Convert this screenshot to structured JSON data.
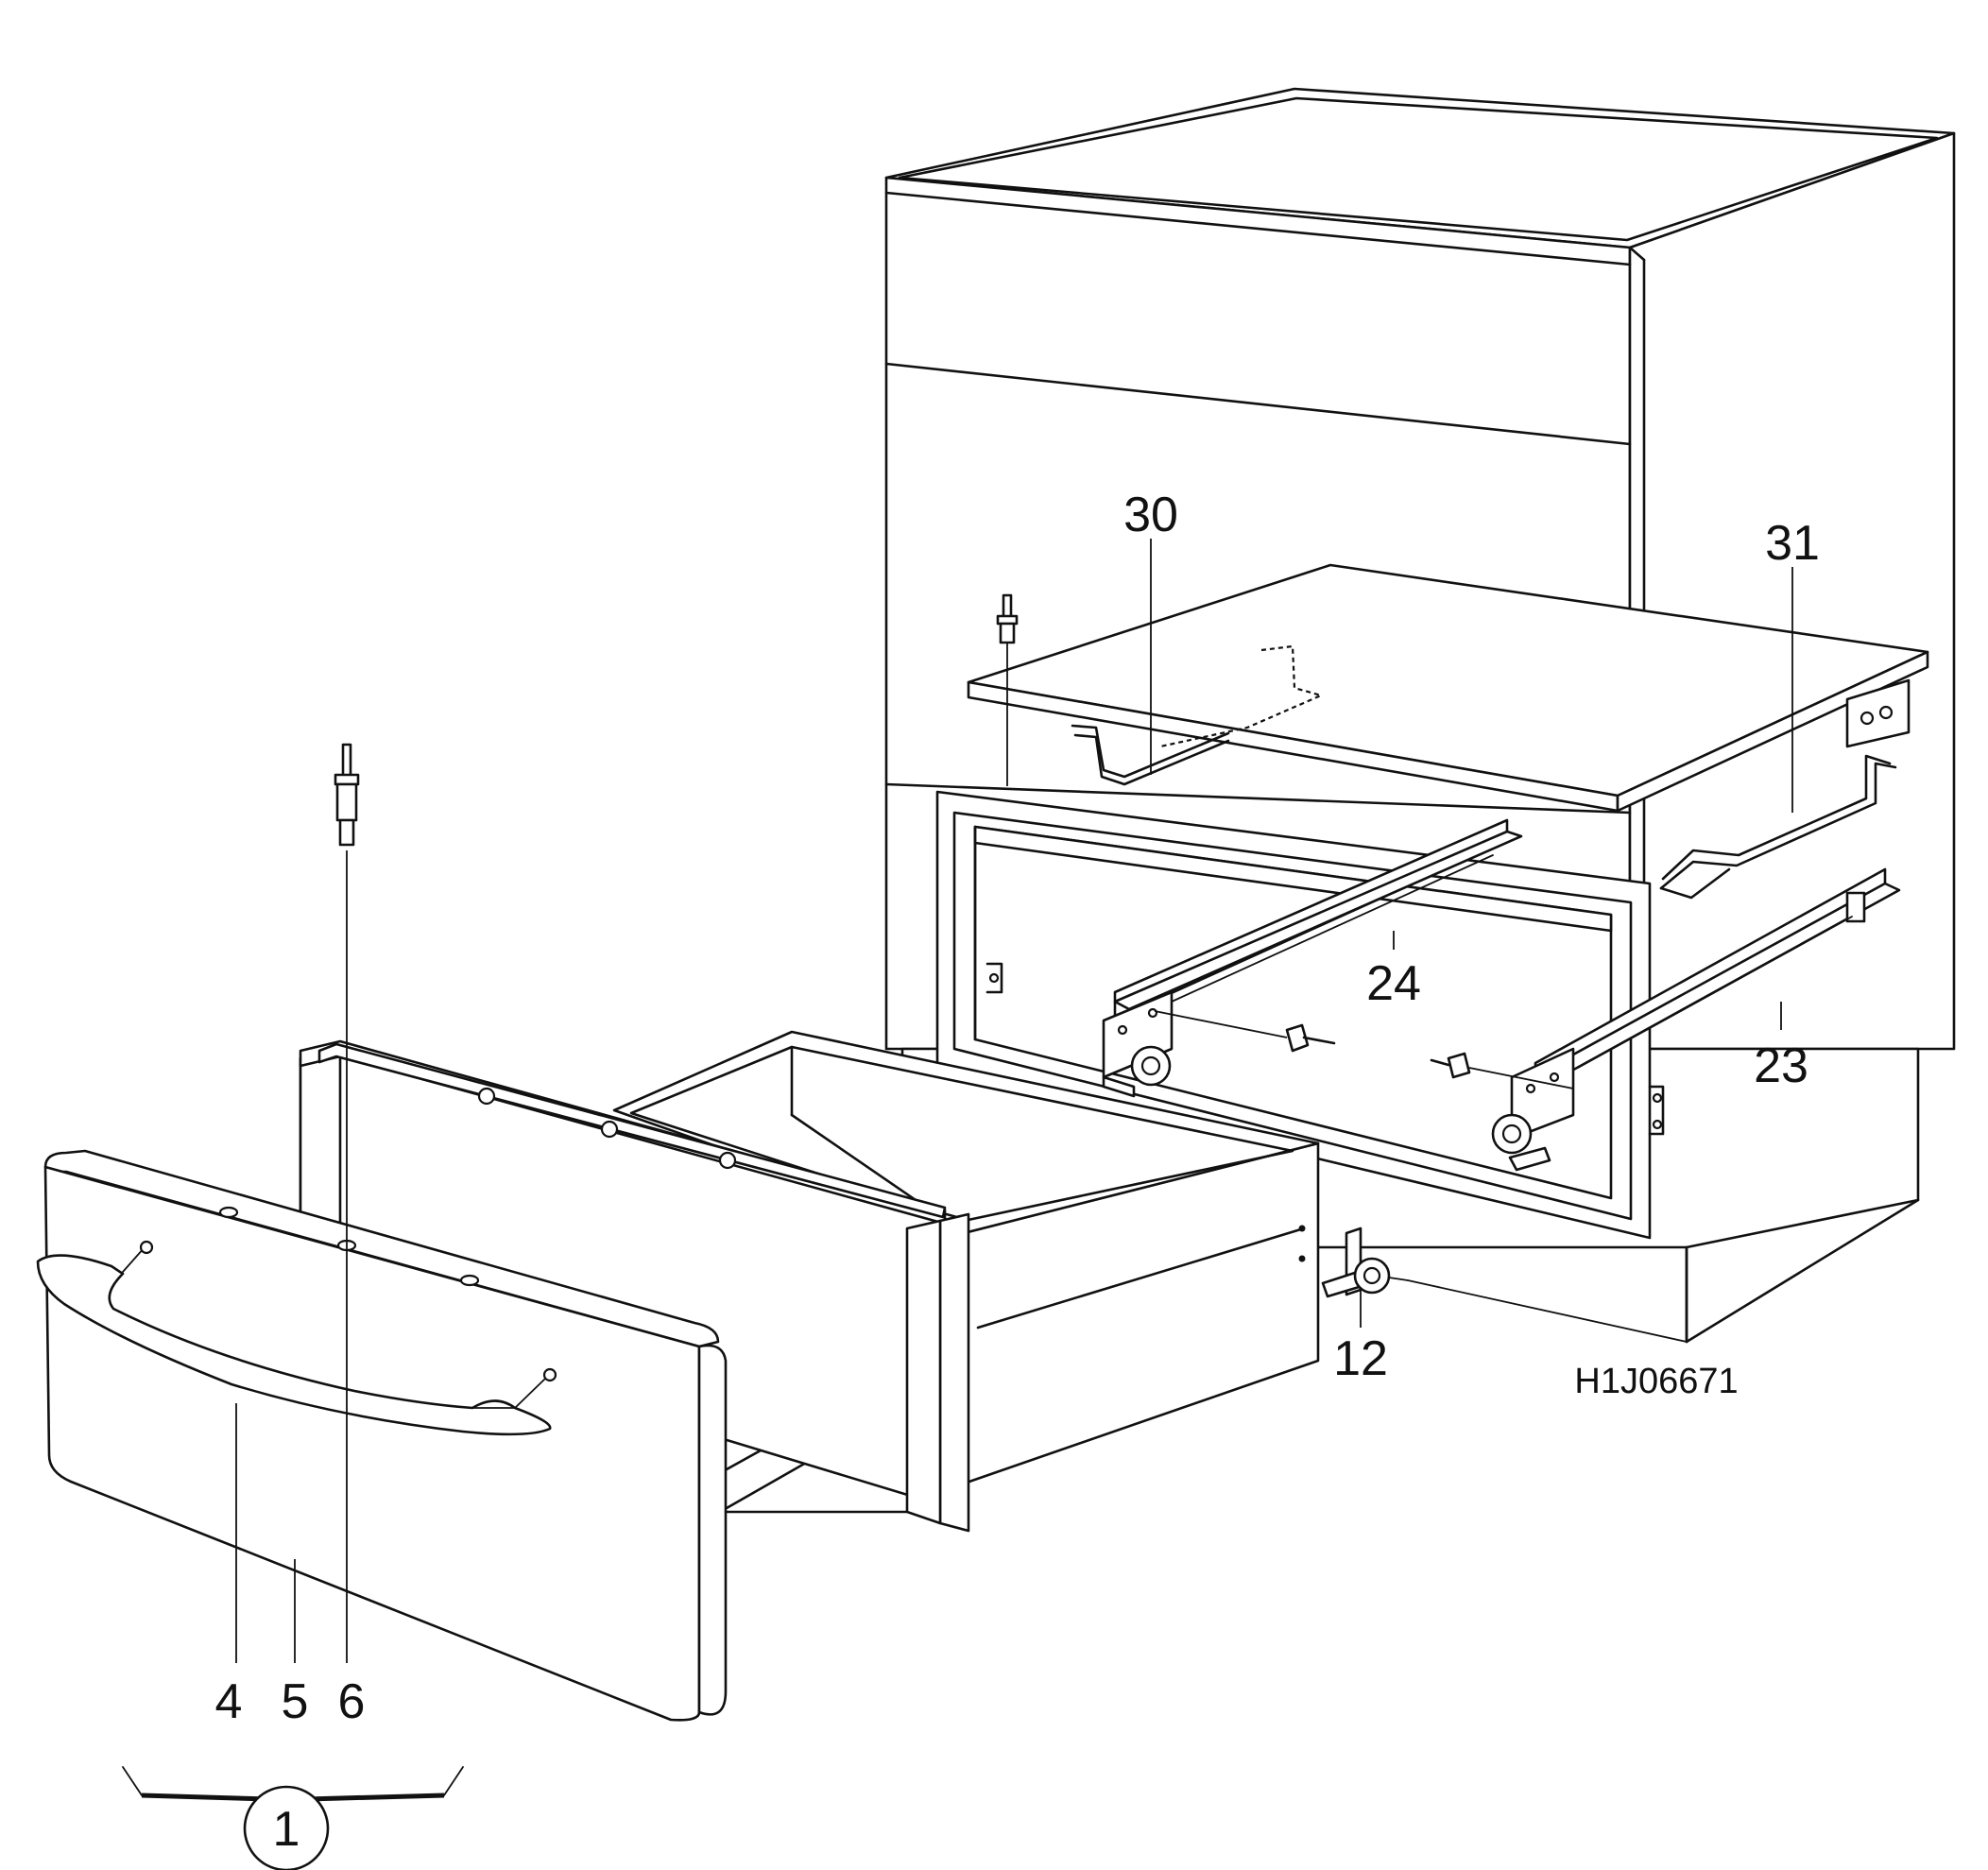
{
  "diagram": {
    "drawing_code": "H1J06671",
    "callouts": [
      {
        "id": "callout-30",
        "text": "30"
      },
      {
        "id": "callout-31",
        "text": "31"
      },
      {
        "id": "callout-24",
        "text": "24"
      },
      {
        "id": "callout-23",
        "text": "23"
      },
      {
        "id": "callout-12",
        "text": "12"
      },
      {
        "id": "callout-4",
        "text": "4"
      },
      {
        "id": "callout-5",
        "text": "5"
      },
      {
        "id": "callout-6",
        "text": "6"
      },
      {
        "id": "callout-1",
        "text": "1"
      }
    ]
  }
}
